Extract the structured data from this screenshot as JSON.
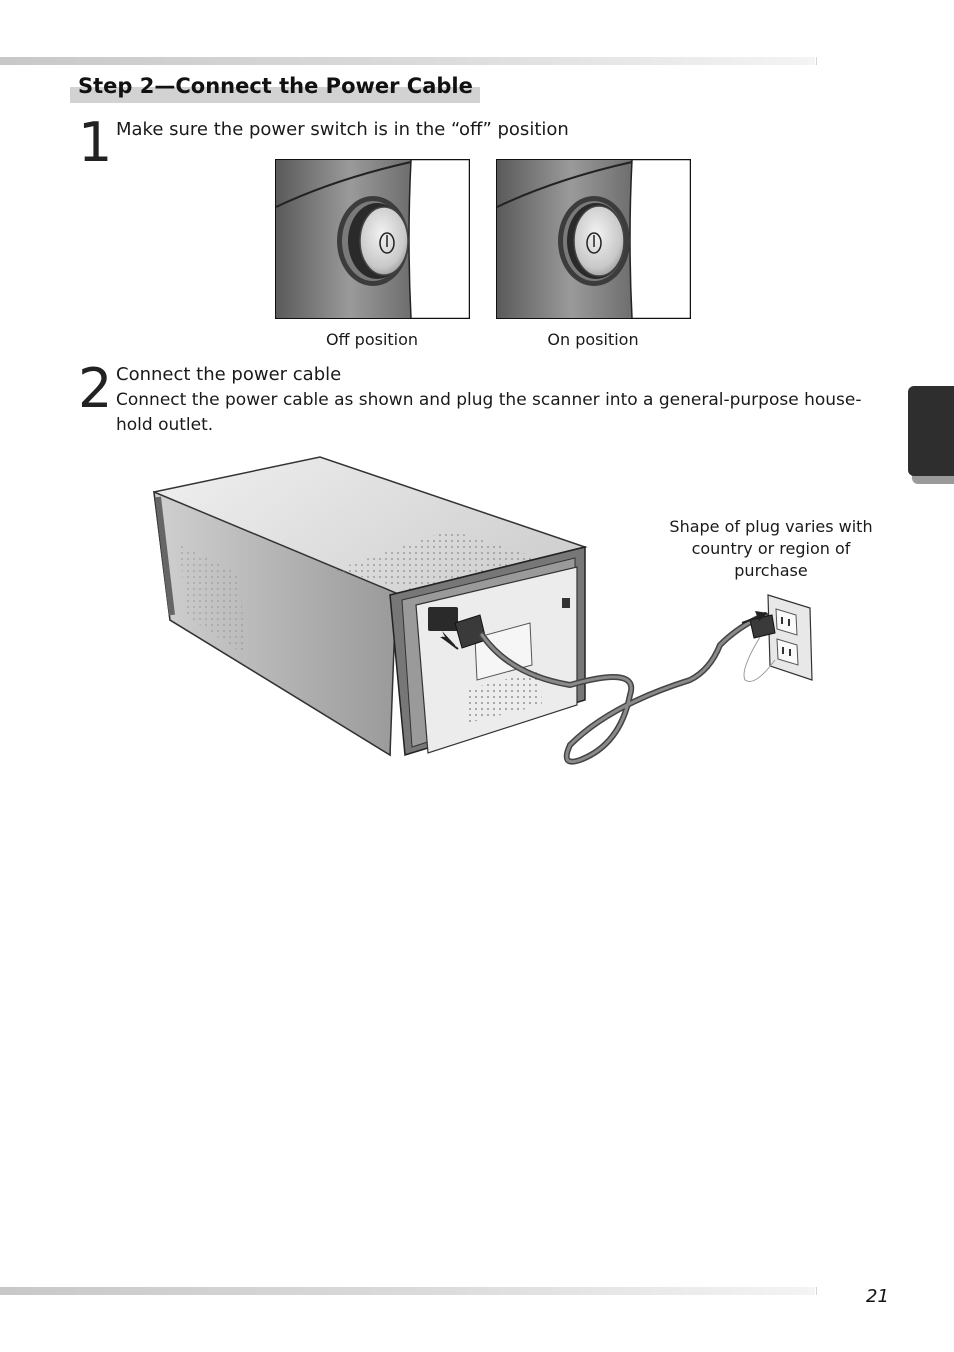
{
  "heading": "Step 2—Connect the Power Cable",
  "steps": [
    {
      "number": "1",
      "title": "Make sure the power switch is in the “off” position"
    },
    {
      "number": "2",
      "title": "Connect the power cable",
      "body": "Connect the power cable as shown and plug the scanner into a general-purpose house-hold outlet."
    }
  ],
  "figure1": {
    "captions": [
      "Off position",
      "On position"
    ]
  },
  "figure2": {
    "note": "Shape of plug varies with country or region of purchase"
  },
  "page_number": "21",
  "colors": {
    "section_tab": "#2e2e2e",
    "heading_bar": "#d2d2d2"
  }
}
